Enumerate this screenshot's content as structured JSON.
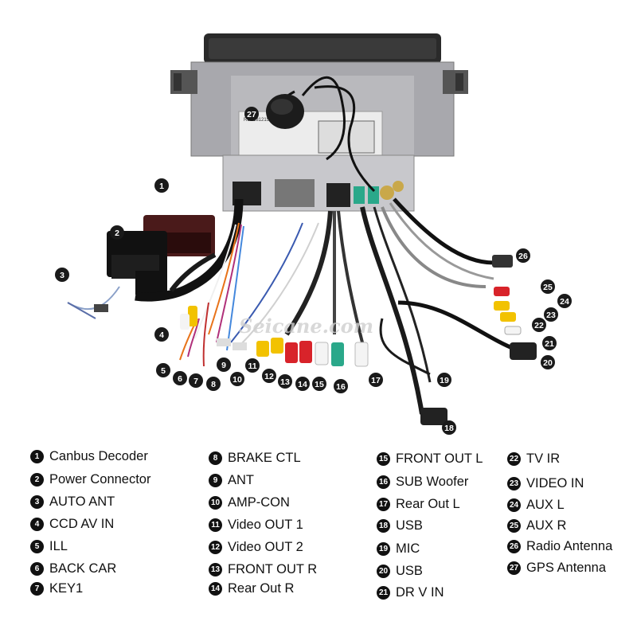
{
  "watermark": "Seicane.com",
  "sticker_number": "RBZ181215S10",
  "legend": [
    {
      "n": "1",
      "label": "Canbus Decoder"
    },
    {
      "n": "2",
      "label": "Power Connector"
    },
    {
      "n": "3",
      "label": "AUTO ANT"
    },
    {
      "n": "4",
      "label": "CCD AV IN"
    },
    {
      "n": "5",
      "label": "ILL"
    },
    {
      "n": "6",
      "label": "BACK CAR"
    },
    {
      "n": "7",
      "label": "KEY1"
    },
    {
      "n": "8",
      "label": "BRAKE CTL"
    },
    {
      "n": "9",
      "label": "ANT"
    },
    {
      "n": "10",
      "label": "AMP-CON"
    },
    {
      "n": "11",
      "label": "Video OUT 1"
    },
    {
      "n": "12",
      "label": "Video OUT 2"
    },
    {
      "n": "13",
      "label": "FRONT OUT R"
    },
    {
      "n": "14",
      "label": "Rear Out R"
    },
    {
      "n": "15",
      "label": "FRONT OUT L"
    },
    {
      "n": "16",
      "label": "SUB Woofer"
    },
    {
      "n": "17",
      "label": "Rear Out L"
    },
    {
      "n": "18",
      "label": "USB"
    },
    {
      "n": "19",
      "label": "MIC"
    },
    {
      "n": "20",
      "label": "USB"
    },
    {
      "n": "21",
      "label": "DR V IN"
    },
    {
      "n": "22",
      "label": "TV IR"
    },
    {
      "n": "23",
      "label": "VIDEO IN"
    },
    {
      "n": "24",
      "label": "AUX L"
    },
    {
      "n": "25",
      "label": "AUX R"
    },
    {
      "n": "26",
      "label": "Radio Antenna"
    },
    {
      "n": "27",
      "label": "GPS Antenna"
    }
  ],
  "colors": {
    "chassis": "#a8a8ad",
    "bezel": "#2a2a2a",
    "rca_red": "#d8232a",
    "rca_yellow": "#f2c200",
    "rca_white": "#f4f4f4",
    "rca_green": "#2aa88a",
    "badge": "#1a1a1a"
  }
}
